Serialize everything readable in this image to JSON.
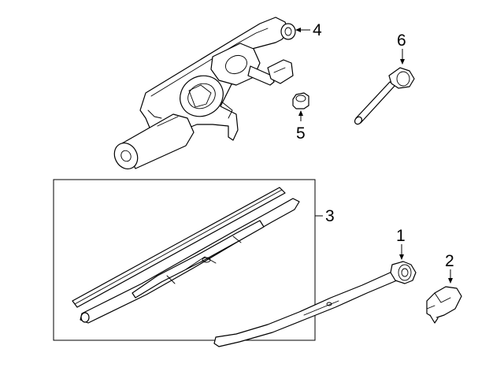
{
  "callouts": {
    "c1": "1",
    "c2": "2",
    "c3": "3",
    "c4": "4",
    "c5": "5",
    "c6": "6"
  },
  "parts": [
    {
      "id": "1",
      "icon": "wiper-arm"
    },
    {
      "id": "2",
      "icon": "arm-cap"
    },
    {
      "id": "3",
      "icon": "wiper-blade"
    },
    {
      "id": "4",
      "icon": "wiper-motor"
    },
    {
      "id": "5",
      "icon": "nut"
    },
    {
      "id": "6",
      "icon": "nozzle"
    }
  ],
  "colors": {
    "line": "#000000",
    "background": "#ffffff"
  }
}
